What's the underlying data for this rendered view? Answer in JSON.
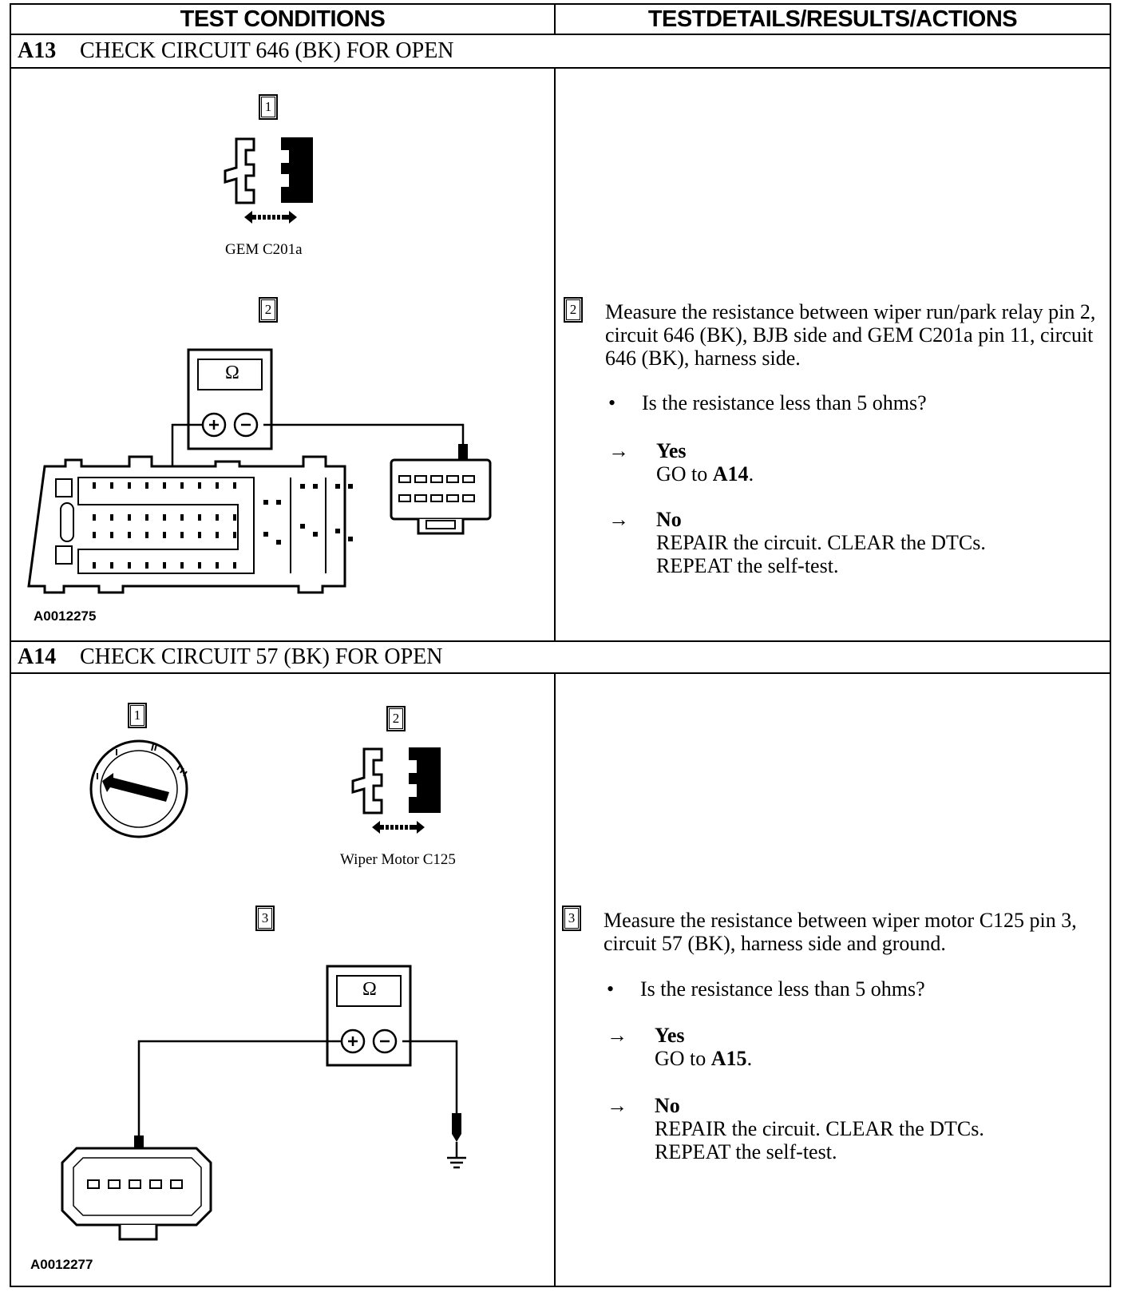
{
  "header": {
    "left": "TEST CONDITIONS",
    "right": "TESTDETAILS/RESULTS/ACTIONS"
  },
  "sections": [
    {
      "code": "A13",
      "title": "CHECK CIRCUIT 646 (BK) FOR OPEN",
      "figure_steps": [
        "1",
        "2"
      ],
      "connector_caption": "GEM C201a",
      "figure_id": "A0012275",
      "meter_symbol": "Ω",
      "step_number": "2",
      "step_text": "Measure the resistance between wiper run/park relay pin 2, circuit 646 (BK), BJB side and GEM C201a pin 11, circuit 646 (BK), harness side.",
      "question": "Is the resistance less than 5 ohms?",
      "yes_label": "Yes",
      "yes_action_prefix": "GO to",
      "yes_action_target": "A14",
      "no_label": "No",
      "no_action_1": "REPAIR the circuit. CLEAR the DTCs.",
      "no_action_2": "REPEAT the self-test."
    },
    {
      "code": "A14",
      "title": "CHECK CIRCUIT 57 (BK) FOR OPEN",
      "figure_steps": [
        "1",
        "2",
        "3"
      ],
      "connector_caption": "Wiper Motor C125",
      "figure_id": "A0012277",
      "meter_symbol": "Ω",
      "step_number": "3",
      "step_text": "Measure the resistance between wiper motor C125 pin 3, circuit 57 (BK), harness side and ground.",
      "question": "Is the resistance less than 5 ohms?",
      "yes_label": "Yes",
      "yes_action_prefix": "GO to",
      "yes_action_target": "A15",
      "no_label": "No",
      "no_action_1": "REPAIR the circuit. CLEAR the DTCs.",
      "no_action_2": "REPEAT the self-test."
    }
  ]
}
